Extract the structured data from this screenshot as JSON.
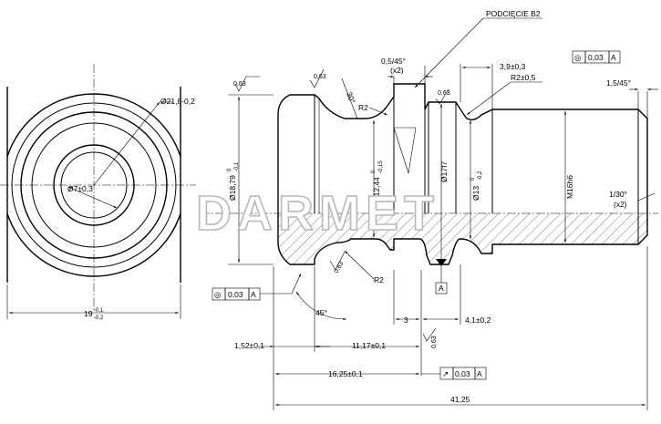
{
  "end_view": {
    "outer_diameter": "Ø21,8-0,2",
    "bore_diameter": "Ø7±0,3",
    "flat_width": {
      "main": "19",
      "upper": "-0,1",
      "lower": "-0,2"
    }
  },
  "side_view": {
    "callout_undercut": "PODCIĘCIE B2",
    "chamfer_left": {
      "value": "0,5/45°",
      "qty": "(x2)"
    },
    "dim_3_9": "3,9±0,3",
    "radius_top": "R2±0,5",
    "chamfer_right": "1,5/45°",
    "angle_30": "30°",
    "radius_left_upper": "R2",
    "radius_lower": "R2",
    "angle_45": "45°",
    "angle_end": {
      "value": "1/30°",
      "qty": "(x2)"
    },
    "diam_18_79": {
      "main": "Ø18,79",
      "upper": "0",
      "lower": "-0,1"
    },
    "diam_12_44": {
      "main": "Ø12,44",
      "upper": "0",
      "lower": "-0,15"
    },
    "diam_17f7": "Ø17f7",
    "diam_13": {
      "main": "Ø13",
      "upper": "0",
      "lower": "-0,2"
    },
    "thread": "M16h6",
    "roughness": [
      "0,63",
      "0,63",
      "0,63",
      "0,63",
      "0,63"
    ],
    "datum": "A",
    "fcf_concentricity_top": {
      "symbol": "◎",
      "tol": "0,03",
      "datum": "A"
    },
    "fcf_concentricity_left": {
      "symbol": "◎",
      "tol": "0,03",
      "datum": "A"
    },
    "fcf_runout": {
      "symbol": "↗",
      "tol": "0,03",
      "datum": "A"
    },
    "dim_3": "3",
    "dim_4_1": "4,1±0,2",
    "dim_1_52": "1,52±0,1",
    "dim_11_17": "11,17±0,1",
    "dim_16_25": "16,25±0,1",
    "dim_41_25": "41,25"
  },
  "watermark": "DARMET"
}
